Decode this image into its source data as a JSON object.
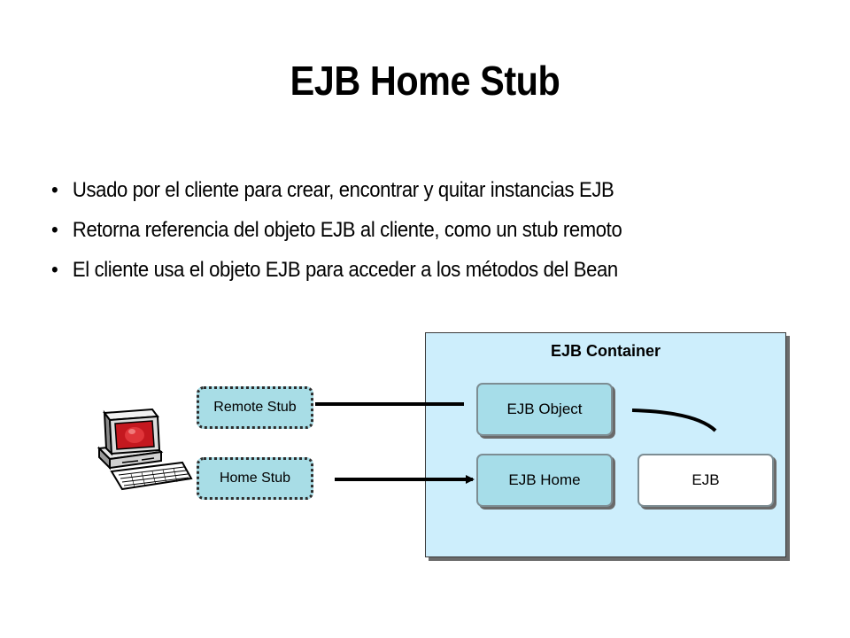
{
  "title": "EJB Home Stub",
  "bullets": [
    "Usado por el cliente para crear, encontrar y quitar instancias EJB",
    "Retorna referencia del objeto EJB al cliente, como un stub remoto",
    "El cliente usa el objeto EJB para acceder a los métodos del Bean"
  ],
  "bullet_glyph": "•",
  "diagram": {
    "container_label": "EJB Container",
    "ejb_object": "EJB Object",
    "ejb_home": "EJB Home",
    "ejb": "EJB",
    "remote_stub": "Remote Stub",
    "home_stub": "Home Stub",
    "client_icon": "computer-icon"
  },
  "colors": {
    "container_fill": "#cdeefc",
    "inner_box_fill": "#a6dde9",
    "stub_fill": "#a8dde6",
    "monitor_screen": "#c4181f"
  }
}
